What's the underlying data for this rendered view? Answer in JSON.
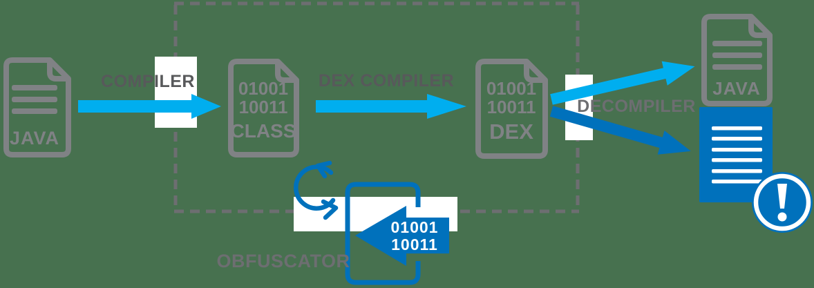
{
  "colors": {
    "background": "#47714F",
    "cyan_arrow": "#00AEEF",
    "blue": "#0071BC",
    "icon_gray": "#808285",
    "label_gray_dark": "#58595B",
    "label_gray_light": "#6D6E71",
    "backdrop_white": "#FFFFFF"
  },
  "nodes": {
    "java_source": {
      "label": "JAVA"
    },
    "class_file": {
      "binary": [
        "01001",
        "10011"
      ],
      "label": "CLASS"
    },
    "dex_file": {
      "binary": [
        "01001",
        "10011"
      ],
      "label": "DEX"
    },
    "decompiled_java": {
      "label": "JAVA"
    },
    "obfuscated_binary": {
      "binary": [
        "01001",
        "10011"
      ]
    }
  },
  "processes": {
    "compiler": {
      "label": "COMPILER"
    },
    "dex_compiler": {
      "label": "DEX COMPILER"
    },
    "decompiler": {
      "label": "DECOMPILER"
    },
    "obfuscator": {
      "label": "OBFUSCATOR"
    }
  },
  "icons": {
    "java_source": "document-icon",
    "class_file": "binary-file-icon",
    "dex_file": "binary-file-icon",
    "decompiled_java": "document-icon",
    "obfuscated_doc": "filled-document-icon",
    "warning": "exclamation-circle-icon",
    "cycle": "refresh-cycle-icon",
    "flow": "arrow-icon"
  }
}
